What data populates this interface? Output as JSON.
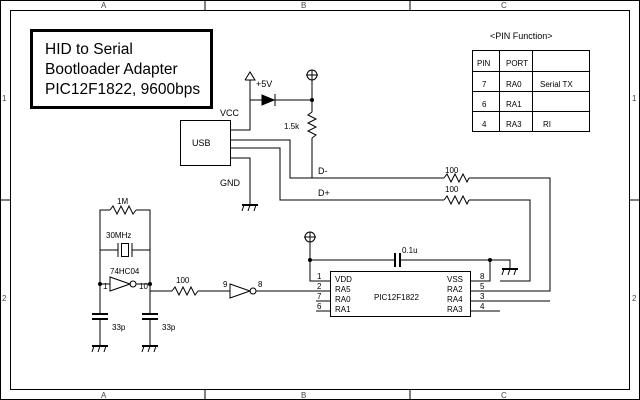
{
  "frame": {
    "col_labels": [
      "A",
      "B",
      "C"
    ],
    "row_labels": [
      "1",
      "2"
    ]
  },
  "title": {
    "line1": "HID to Serial",
    "line2": "Bootloader Adapter",
    "line3": "PIC12F1822, 9600bps"
  },
  "pin_table": {
    "heading": "<PIN Function>",
    "col_pin": "PIN",
    "col_port": "PORT",
    "rows": [
      {
        "pin": "7",
        "port": "RA0",
        "func": "Serial TX"
      },
      {
        "pin": "6",
        "port": "RA1",
        "func": ""
      },
      {
        "pin": "4",
        "port": "RA3",
        "func": "RI"
      }
    ]
  },
  "usb": {
    "label": "USB",
    "vcc": "VCC",
    "gnd": "GND",
    "dminus": "D-",
    "dplus": "D+"
  },
  "power": {
    "plus5v": "+5V"
  },
  "parts": {
    "r_pullup": "1.5k",
    "r_dminus": "100",
    "r_dplus": "100",
    "r_feedback": "1M",
    "crystal": "30MHz",
    "inverter_ic": "74HC04",
    "r_series": "100",
    "c_left": "33p",
    "c_right": "33p",
    "c_bypass": "0.1u",
    "inv1_pin_in": "1",
    "inv1_pin_out": "10",
    "inv2_pin_in": "9",
    "inv2_pin_out": "8"
  },
  "pic": {
    "name": "PIC12F1822",
    "left_pins": [
      {
        "num": "1",
        "name": "VDD"
      },
      {
        "num": "2",
        "name": "RA5"
      },
      {
        "num": "7",
        "name": "RA0"
      },
      {
        "num": "6",
        "name": "RA1"
      }
    ],
    "right_pins": [
      {
        "num": "8",
        "name": "VSS"
      },
      {
        "num": "5",
        "name": "RA2"
      },
      {
        "num": "3",
        "name": "RA4"
      },
      {
        "num": "4",
        "name": "RA3"
      }
    ]
  }
}
